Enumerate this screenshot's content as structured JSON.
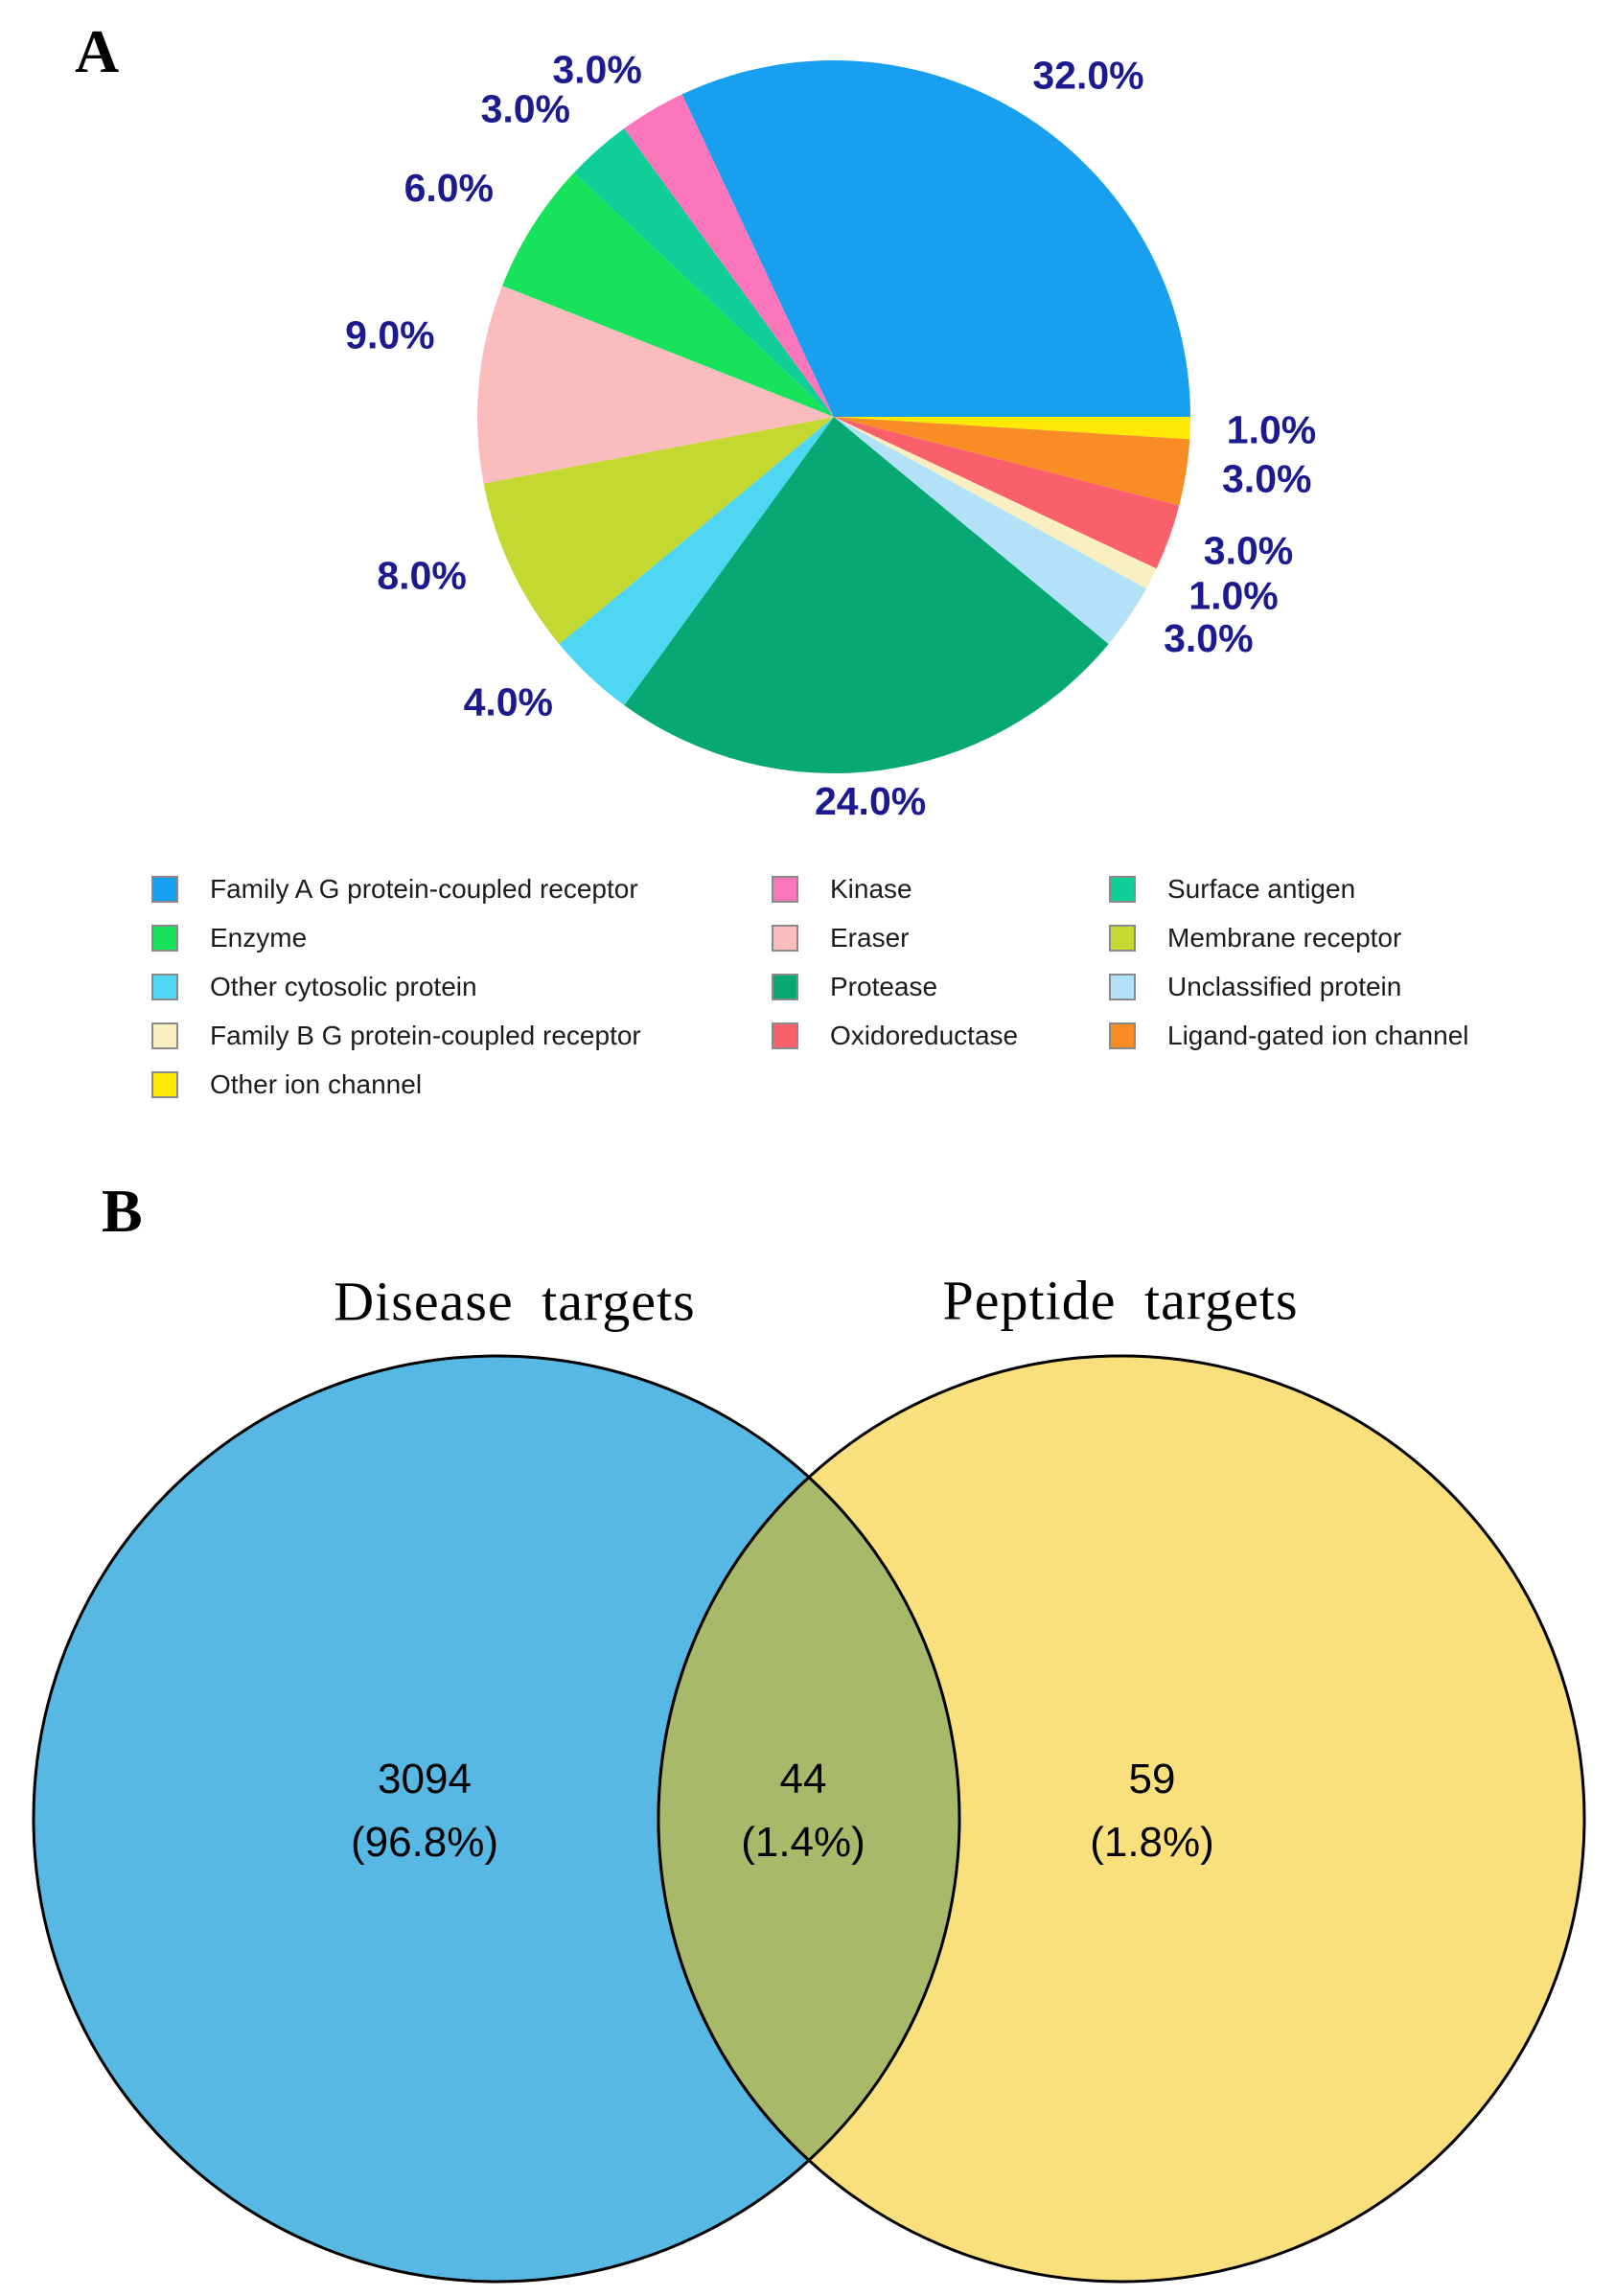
{
  "panel_a": {
    "label": "A"
  },
  "panel_b": {
    "label": "B"
  },
  "chart_data": [
    {
      "type": "pie",
      "panel": "A",
      "title": "",
      "start_angle_deg": 115.2,
      "direction": "clockwise",
      "label_color": "#1B1B8F",
      "legend_position": "bottom-3-columns",
      "slices": [
        {
          "label": "Family A G protein-coupled receptor",
          "value": 32,
          "pct_label": "32.0%",
          "color": "#189FF0"
        },
        {
          "label": "Other ion channel",
          "value": 1,
          "pct_label": "1.0%",
          "color": "#FFE905"
        },
        {
          "label": "Ligand-gated ion channel",
          "value": 3,
          "pct_label": "3.0%",
          "color": "#F88D26"
        },
        {
          "label": "Oxidoreductase",
          "value": 3,
          "pct_label": "3.0%",
          "color": "#F9606C"
        },
        {
          "label": "Family B G protein-coupled receptor",
          "value": 1,
          "pct_label": "1.0%",
          "color": "#F9EFC0"
        },
        {
          "label": "Unclassified protein",
          "value": 3,
          "pct_label": "3.0%",
          "color": "#B3E2F8"
        },
        {
          "label": "Protease",
          "value": 24,
          "pct_label": "24.0%",
          "color": "#07A873"
        },
        {
          "label": "Other cytosolic protein",
          "value": 4,
          "pct_label": "4.0%",
          "color": "#4FD6F2"
        },
        {
          "label": "Membrane receptor",
          "value": 8,
          "pct_label": "8.0%",
          "color": "#C3D931"
        },
        {
          "label": "Eraser",
          "value": 9,
          "pct_label": "9.0%",
          "color": "#FBBCBE"
        },
        {
          "label": "Enzyme",
          "value": 6,
          "pct_label": "6.0%",
          "color": "#16E25C"
        },
        {
          "label": "Surface antigen",
          "value": 3,
          "pct_label": "3.0%",
          "color": "#10CE97"
        },
        {
          "label": "Kinase",
          "value": 3,
          "pct_label": "3.0%",
          "color": "#FB76BA"
        }
      ],
      "legend_columns": [
        [
          "Family A G protein-coupled receptor",
          "Enzyme",
          "Other cytosolic protein",
          "Family B G protein-coupled receptor",
          "Other ion channel"
        ],
        [
          "Kinase",
          "Eraser",
          "Protease",
          "Oxidoreductase"
        ],
        [
          "Surface antigen",
          "Membrane receptor",
          "Unclassified protein",
          "Ligand-gated ion channel"
        ]
      ]
    },
    {
      "type": "venn",
      "panel": "B",
      "sets": [
        {
          "name": "Disease targets",
          "count": "3094",
          "pct_label": "(96.8%)",
          "color": "#57B8E3"
        },
        {
          "name": "Peptide targets",
          "count": "59",
          "pct_label": "(1.8%)",
          "color": "#FADF7D"
        }
      ],
      "overlap": {
        "count": "44",
        "pct_label": "(1.4%)",
        "color": "#A9B96A"
      }
    }
  ]
}
